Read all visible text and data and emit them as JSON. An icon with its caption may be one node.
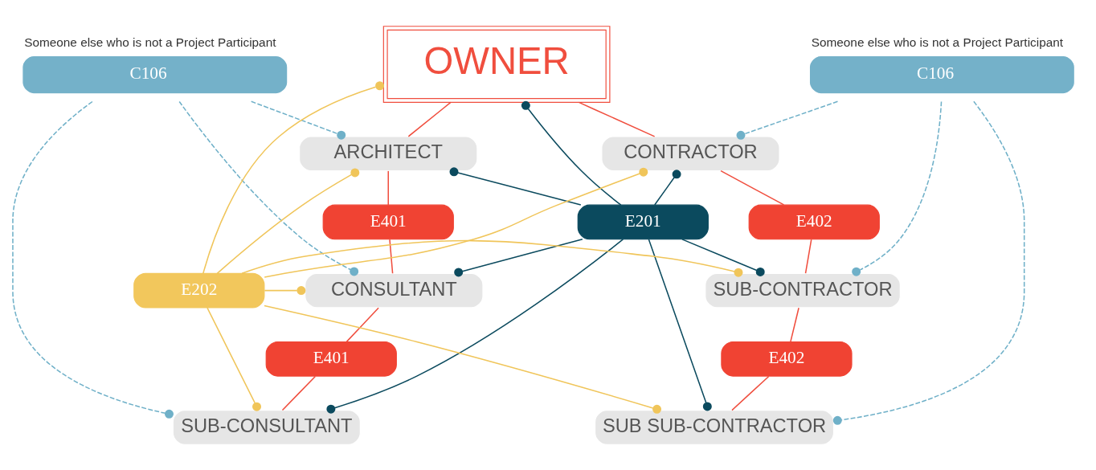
{
  "diagram": {
    "nodes": [
      {
        "text": [
          "OWNER"
        ]
      },
      {
        "text": [
          "C106"
        ],
        "beside": [
          "Someone else who is not a Project Participant"
        ]
      },
      {
        "text": [
          "C106"
        ],
        "beside": [
          "Someone else who is not a Project Participant"
        ]
      },
      {
        "text": [
          "ARCHITECT"
        ]
      },
      {
        "text": [
          "CONTRACTOR"
        ]
      },
      {
        "text": [
          "E201"
        ]
      },
      {
        "text": [
          "E401"
        ]
      },
      {
        "text": [
          "E402"
        ]
      },
      {
        "text": [
          "CONSULTANT"
        ]
      },
      {
        "text": [
          "E202"
        ]
      },
      {
        "text": [
          "SUB-CONTRACTOR"
        ]
      },
      {
        "text": [
          "E401"
        ]
      },
      {
        "text": [
          "E402"
        ]
      },
      {
        "text": [
          "SUB-CONSULTANT"
        ]
      },
      {
        "text": [
          "SUB SUB-CONTRACTOR"
        ]
      }
    ],
    "edges": [
      {
        "from": 0,
        "to": 3,
        "arrow": "none",
        "color": "#f04e3e"
      },
      {
        "from": 3,
        "to": 6,
        "arrow": "none",
        "color": "#f04e3e"
      },
      {
        "from": 6,
        "to": 8,
        "arrow": "none",
        "color": "#f04e3e"
      },
      {
        "from": 8,
        "to": 11,
        "arrow": "none",
        "color": "#f04e3e"
      },
      {
        "from": 11,
        "to": 13,
        "arrow": "none",
        "color": "#f04e3e"
      },
      {
        "from": 0,
        "to": 4,
        "arrow": "none",
        "color": "#f04e3e"
      },
      {
        "from": 4,
        "to": 7,
        "arrow": "none",
        "color": "#f04e3e"
      },
      {
        "from": 7,
        "to": 10,
        "arrow": "none",
        "color": "#f04e3e"
      },
      {
        "from": 10,
        "to": 12,
        "arrow": "none",
        "color": "#f04e3e"
      },
      {
        "from": 12,
        "to": 14,
        "arrow": "none",
        "color": "#f04e3e"
      },
      {
        "from": 1,
        "to": 3,
        "arrow": "other",
        "style": "dashed",
        "color": "#6fb0c8"
      },
      {
        "from": 1,
        "to": 8,
        "arrow": "other",
        "style": "dashed",
        "color": "#6fb0c8"
      },
      {
        "from": 1,
        "to": 13,
        "arrow": "other",
        "style": "dashed",
        "color": "#6fb0c8"
      },
      {
        "from": 2,
        "to": 4,
        "arrow": "other",
        "style": "dashed",
        "color": "#6fb0c8"
      },
      {
        "from": 2,
        "to": 10,
        "arrow": "other",
        "style": "dashed",
        "color": "#6fb0c8"
      },
      {
        "from": 2,
        "to": 14,
        "arrow": "other",
        "style": "dashed",
        "color": "#6fb0c8"
      },
      {
        "from": 5,
        "to": 0,
        "arrow": "other",
        "color": "#0b4a5e"
      },
      {
        "from": 5,
        "to": 3,
        "arrow": "other",
        "color": "#0b4a5e"
      },
      {
        "from": 5,
        "to": 4,
        "arrow": "other",
        "color": "#0b4a5e"
      },
      {
        "from": 5,
        "to": 8,
        "arrow": "other",
        "color": "#0b4a5e"
      },
      {
        "from": 5,
        "to": 10,
        "arrow": "other",
        "color": "#0b4a5e"
      },
      {
        "from": 5,
        "to": 13,
        "arrow": "other",
        "color": "#0b4a5e"
      },
      {
        "from": 5,
        "to": 14,
        "arrow": "other",
        "color": "#0b4a5e"
      },
      {
        "from": 9,
        "to": 0,
        "arrow": "other",
        "color": "#f0c55a"
      },
      {
        "from": 9,
        "to": 3,
        "arrow": "other",
        "color": "#f0c55a"
      },
      {
        "from": 9,
        "to": 4,
        "arrow": "other",
        "color": "#f0c55a"
      },
      {
        "from": 9,
        "to": 8,
        "arrow": "other",
        "color": "#f0c55a"
      },
      {
        "from": 9,
        "to": 10,
        "arrow": "other",
        "color": "#f0c55a"
      },
      {
        "from": 9,
        "to": 13,
        "arrow": "other",
        "color": "#f0c55a"
      },
      {
        "from": 9,
        "to": 14,
        "arrow": "other",
        "color": "#f0c55a"
      }
    ]
  }
}
